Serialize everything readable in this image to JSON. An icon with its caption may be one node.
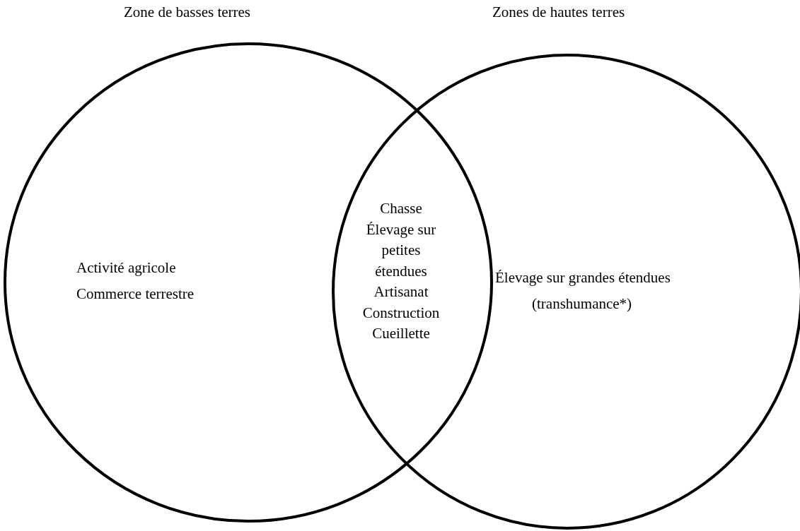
{
  "diagram": {
    "nodes": [
      {
        "text": [
          "Zone de basses terres",
          "Activité agricole",
          "Commerce terrestre"
        ]
      },
      {
        "text": [
          "Zones de hautes terres",
          "Élevage sur grandes étendues",
          "(transhumance*)"
        ]
      }
    ],
    "edges": [],
    "labels": [
      "Chasse",
      "Élevage sur petites étendues",
      "Artisanat",
      "Construction",
      "Cueillette"
    ]
  }
}
